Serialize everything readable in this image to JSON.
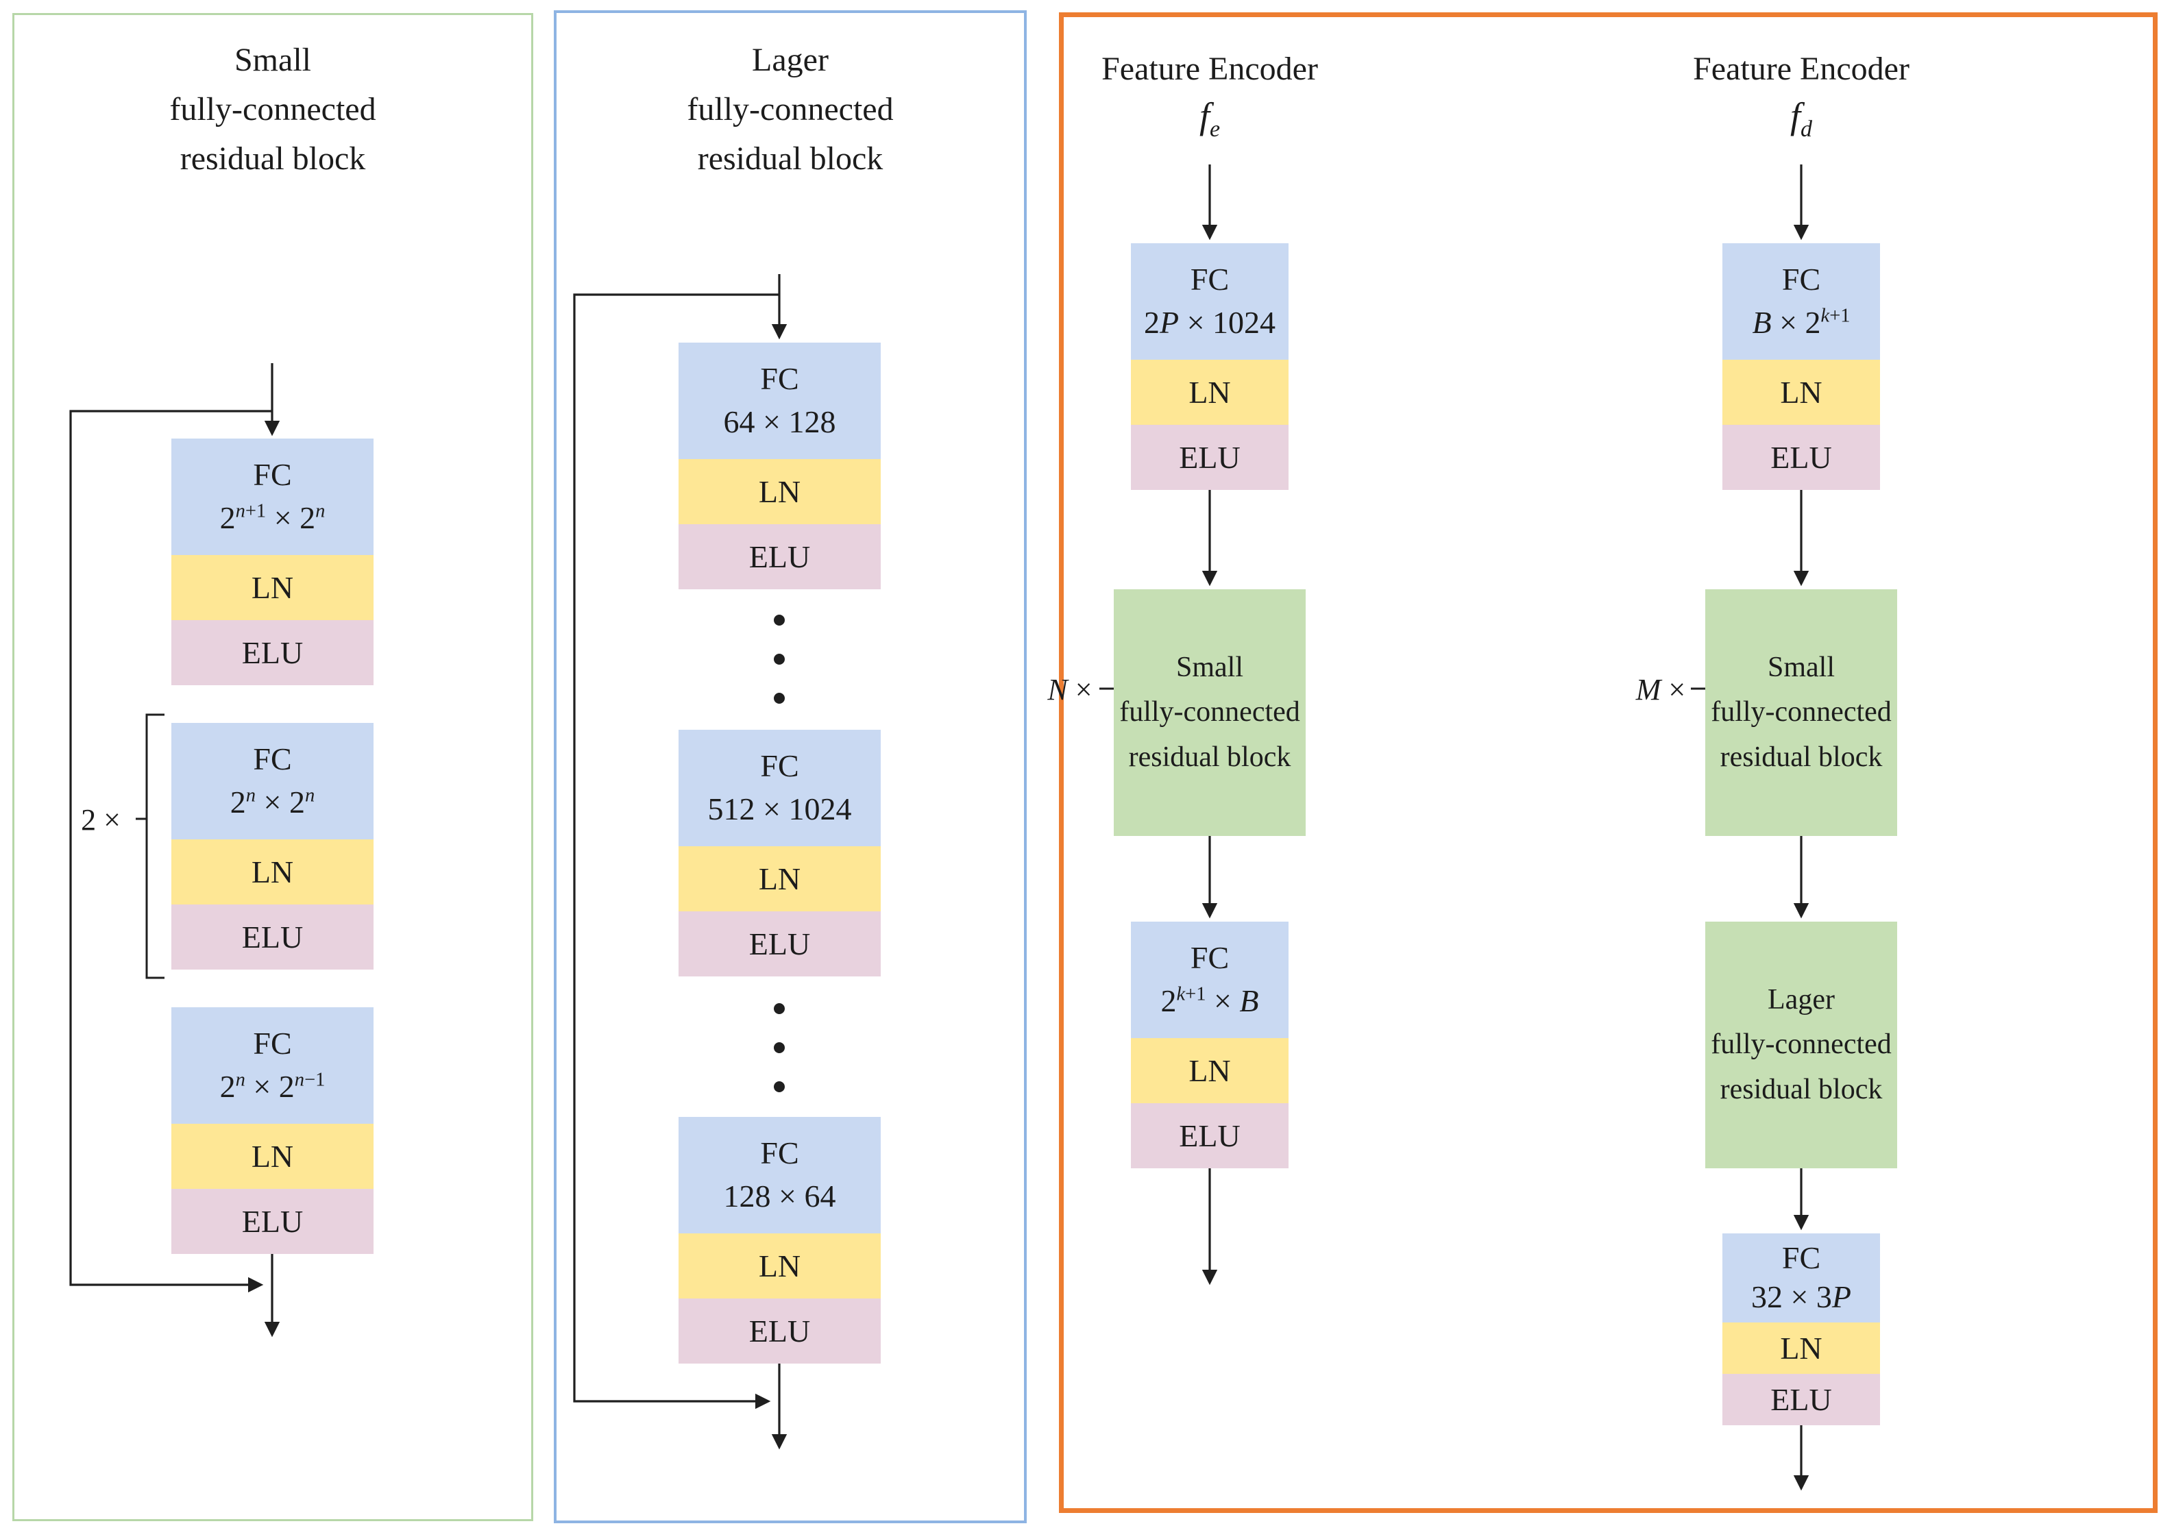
{
  "colors": {
    "fc_blue": "#c9d9f2",
    "ln_yellow": "#fee795",
    "elu_pink": "#e8d2de",
    "ref_green": "#c6dfb4",
    "panel_green_border": "#b7d7a8",
    "panel_blue_border": "#8eb4e3",
    "panel_orange_border": "#ed7d31",
    "line": "#1f1f1f"
  },
  "small_panel": {
    "title_lines": [
      "Small",
      "fully-connected",
      "residual block"
    ],
    "multiplier": "2 ×",
    "stacks": [
      {
        "fc": "FC",
        "dims": "2^{n+1} × 2^{n}",
        "ln": "LN",
        "elu": "ELU"
      },
      {
        "fc": "FC",
        "dims": "2^{n} × 2^{n}",
        "ln": "LN",
        "elu": "ELU"
      },
      {
        "fc": "FC",
        "dims": "2^{n} × 2^{n−1}",
        "ln": "LN",
        "elu": "ELU"
      }
    ]
  },
  "larger_panel": {
    "title_lines": [
      "Lager",
      "fully-connected",
      "residual block"
    ],
    "stacks": [
      {
        "fc": "FC",
        "dims": "64 × 128",
        "ln": "LN",
        "elu": "ELU"
      },
      {
        "fc": "FC",
        "dims": "512 × 1024",
        "ln": "LN",
        "elu": "ELU"
      },
      {
        "fc": "FC",
        "dims": "128 × 64",
        "ln": "LN",
        "elu": "ELU"
      }
    ]
  },
  "encoder_panel": {
    "encoder_e": {
      "title": "Feature Encoder",
      "symbol_base": "f",
      "symbol_sub": "e",
      "multiplier": "N ×",
      "input_stack": {
        "fc": "FC",
        "dims": "2P × 1024",
        "ln": "LN",
        "elu": "ELU"
      },
      "residual_ref": [
        "Small",
        "fully-connected",
        "residual block"
      ],
      "output_stack": {
        "fc": "FC",
        "dims": "2^{k+1} × B",
        "ln": "LN",
        "elu": "ELU"
      }
    },
    "encoder_d": {
      "title": "Feature Encoder",
      "symbol_base": "f",
      "symbol_sub": "d",
      "multiplier": "M ×",
      "input_stack": {
        "fc": "FC",
        "dims": "B × 2^{k+1}",
        "ln": "LN",
        "elu": "ELU"
      },
      "residual_ref_small": [
        "Small",
        "fully-connected",
        "residual block"
      ],
      "residual_ref_larger": [
        "Lager",
        "fully-connected",
        "residual block"
      ],
      "output_stack": {
        "fc": "FC",
        "dims": "32 × 3P",
        "ln": "LN",
        "elu": "ELU"
      }
    }
  }
}
